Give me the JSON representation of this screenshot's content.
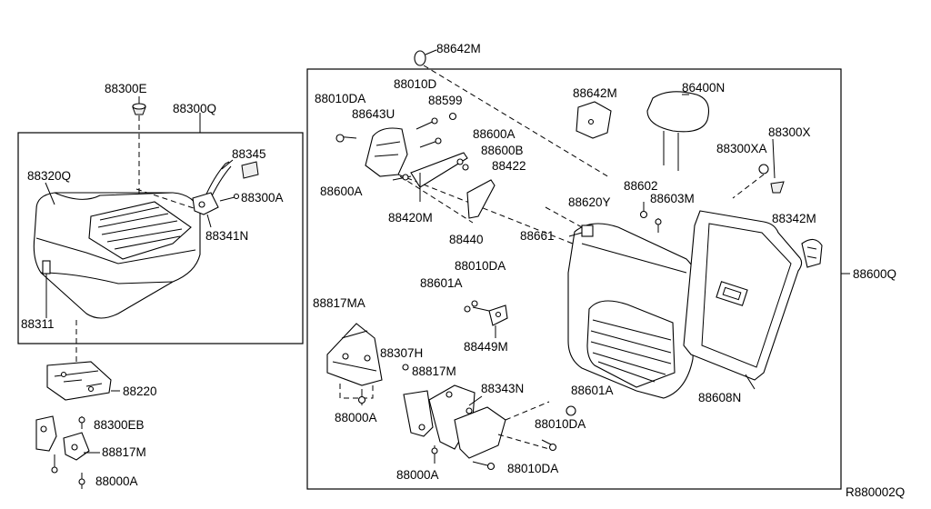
{
  "diagram_code": "R880002Q",
  "callouts": {
    "c88300E": "88300E",
    "c88300Q": "88300Q",
    "c88345": "88345",
    "c88320Q": "88320Q",
    "c88300A": "88300A",
    "c88341N": "88341N",
    "c88311": "88311",
    "c88220": "88220",
    "c88300EB": "88300EB",
    "c88817M_left": "88817M",
    "c88000A_left": "88000A",
    "c88642M_top": "88642M",
    "c88010D": "88010D",
    "c88010DA_1": "88010DA",
    "c88599": "88599",
    "c88643U": "88643U",
    "c88600A_1": "88600A",
    "c88600B": "88600B",
    "c88422": "88422",
    "c88600A_2": "88600A",
    "c88420M": "88420M",
    "c88440": "88440",
    "c88642M_2": "88642M",
    "c86400N": "86400N",
    "c88300X": "88300X",
    "c88300XA": "88300XA",
    "c88602": "88602",
    "c88620Y": "88620Y",
    "c88603M": "88603M",
    "c88342M": "88342M",
    "c88661": "88661",
    "c88600Q": "88600Q",
    "c88010DA_2": "88010DA",
    "c88601A_1": "88601A",
    "c88449M": "88449M",
    "c88817MA": "88817MA",
    "c88307H": "88307H",
    "c88817M_mid": "88817M",
    "c88343N": "88343N",
    "c88601A_2": "88601A",
    "c88010DA_3": "88010DA",
    "c88000A_mid": "88000A",
    "c88000A_bot": "88000A",
    "c88010DA_4": "88010DA",
    "c88608N": "88608N"
  }
}
